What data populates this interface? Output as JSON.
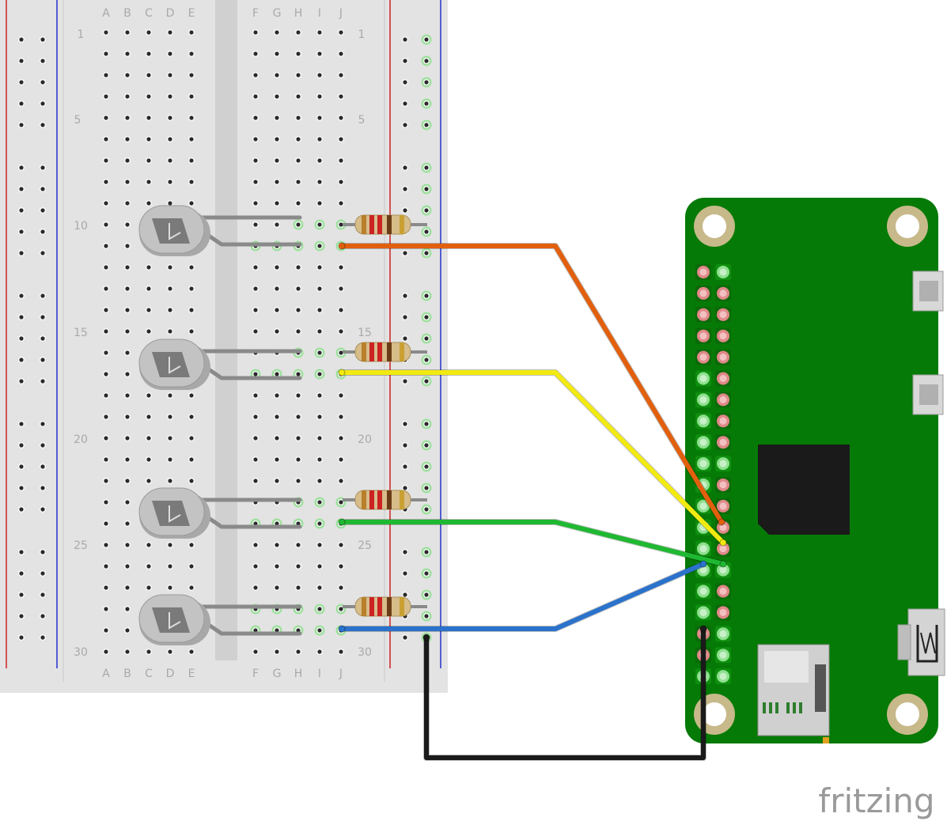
{
  "breadboard": {
    "column_letters_left": [
      "A",
      "B",
      "C",
      "D",
      "E"
    ],
    "column_letters_right": [
      "F",
      "G",
      "H",
      "I",
      "J"
    ],
    "row_labels_left": [
      "1",
      "5",
      "10",
      "15",
      "20",
      "25",
      "30"
    ],
    "row_labels_right": [
      "1",
      "5",
      "15",
      "20",
      "25",
      "30"
    ],
    "rail_red_color": "#cc2222",
    "rail_blue_color": "#2233cc"
  },
  "components": {
    "leds": [
      "led-1",
      "led-2",
      "led-3",
      "led-4"
    ],
    "resistors": [
      "resistor-1",
      "resistor-2",
      "resistor-3",
      "resistor-4"
    ]
  },
  "wires": [
    {
      "name": "orange-wire",
      "color": "#e2600d"
    },
    {
      "name": "yellow-wire",
      "color": "#f2ea10"
    },
    {
      "name": "green-wire",
      "color": "#1fb832"
    },
    {
      "name": "blue-wire",
      "color": "#2a72cc"
    },
    {
      "name": "black-ground-wire",
      "color": "#1a1a1a"
    }
  ],
  "board": {
    "name": "Raspberry Pi Zero",
    "color": "#067a06"
  },
  "branding": {
    "logo_text": "fritzing"
  }
}
